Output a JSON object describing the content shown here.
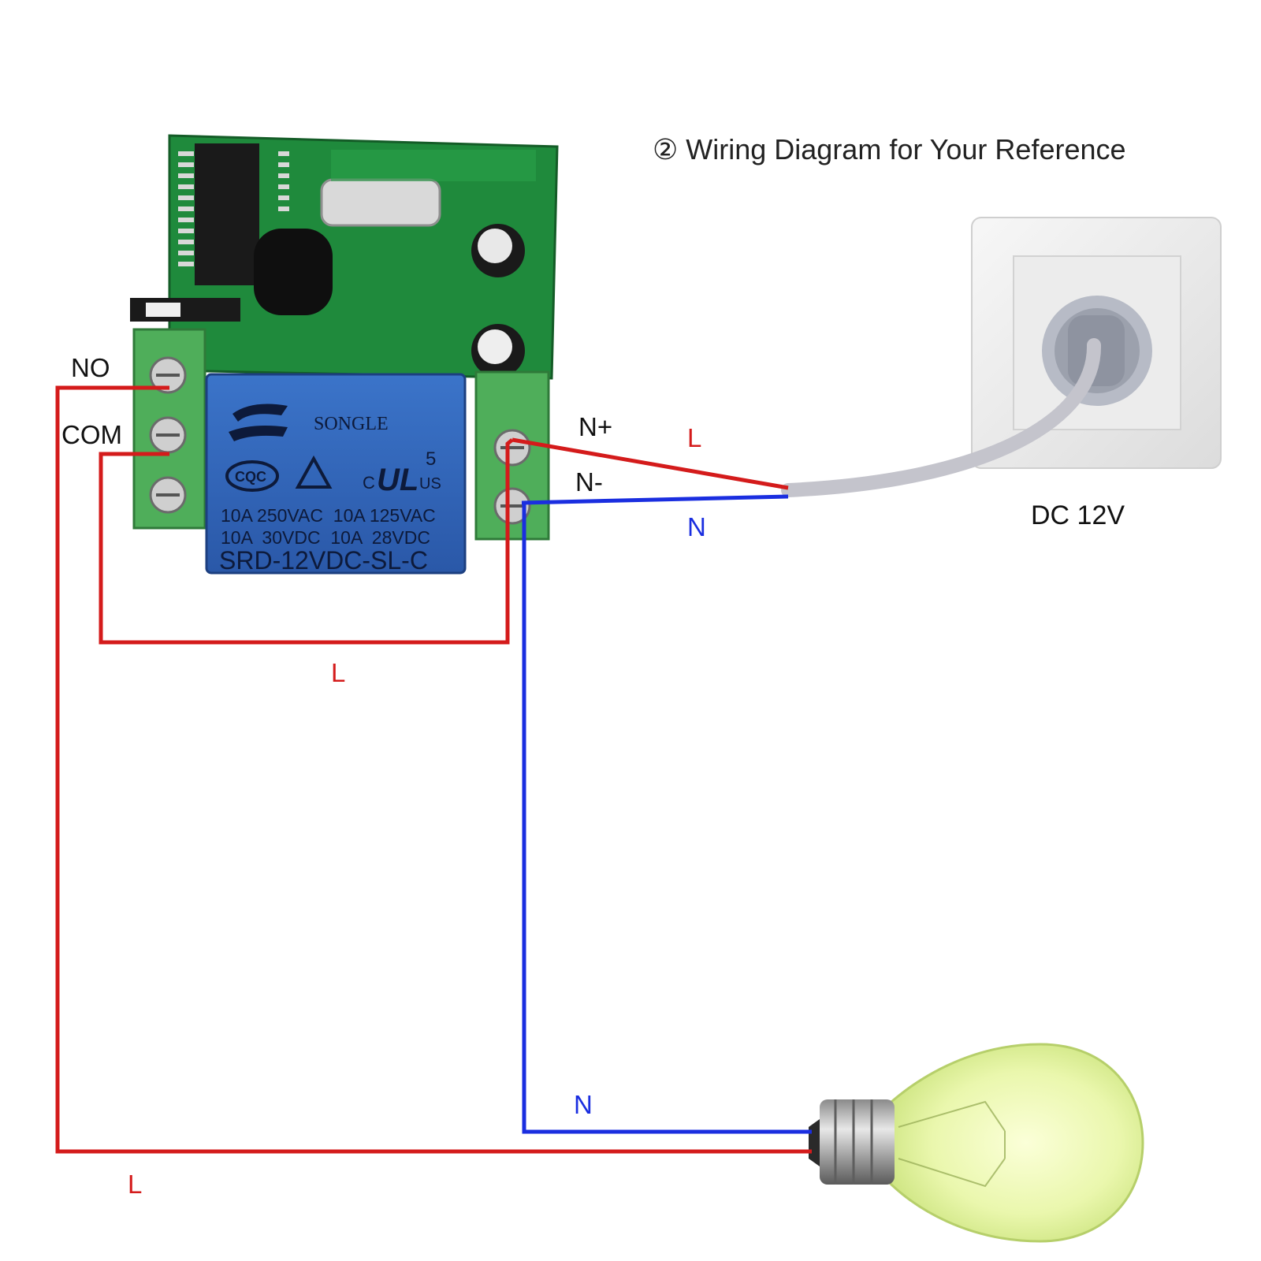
{
  "title": "② Wiring Diagram for Your Reference",
  "terminals": {
    "no": "NO",
    "com": "COM",
    "n_plus": "N+",
    "n_minus": "N-"
  },
  "wire_labels": {
    "supply_live": "L",
    "supply_neutral": "N",
    "com_loop_live": "L",
    "lamp_neutral": "N",
    "lamp_live": "L"
  },
  "power_source": {
    "label": "DC 12V"
  },
  "relay": {
    "brand": "SONGLE",
    "cqc": "CQC",
    "ul_number": "5",
    "ul_c": "C",
    "ul_us": "US",
    "rating_1": "10A 250VAC  10A 125VAC",
    "rating_2": "10A  30VDC  10A  28VDC",
    "model": "SRD-12VDC-SL-C"
  },
  "colors": {
    "live_wire": "#d41b1b",
    "neutral_wire": "#1a2ee0",
    "pcb": "#1f8a3c",
    "terminal_block": "#4fae5a",
    "relay_body": "#2f63b8",
    "outlet_cable": "#c4c4cc",
    "bulb_glass": "#e6f5a8"
  },
  "icons": [
    "relay-board-icon",
    "wall-outlet-icon",
    "light-bulb-icon"
  ]
}
